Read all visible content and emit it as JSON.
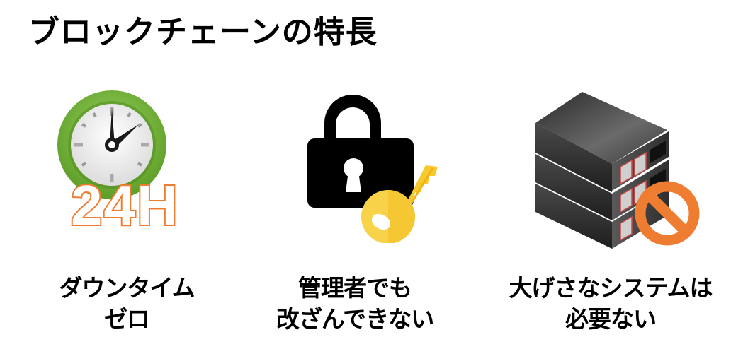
{
  "page": {
    "title": "ブロックチェーンの特長"
  },
  "features": [
    {
      "id": "zero-downtime",
      "icon": "clock-24h-icon",
      "icon_text": "24H",
      "caption_lines": [
        "ダウンタイム",
        "ゼロ"
      ],
      "colors": {
        "ring": "#6aab2e",
        "text_outline": "#ef7d31"
      }
    },
    {
      "id": "tamper-proof",
      "icon": "padlock-key-icon",
      "caption_lines": [
        "管理者でも",
        "改ざんできない"
      ],
      "colors": {
        "lock": "#000000",
        "key": "#f8c92c"
      }
    },
    {
      "id": "no-large-system",
      "icon": "server-prohibited-icon",
      "caption_lines": [
        "大げさなシステムは",
        "必要ない"
      ],
      "colors": {
        "server": "#3a3a3a",
        "prohibit": "#ef7d31"
      }
    }
  ]
}
